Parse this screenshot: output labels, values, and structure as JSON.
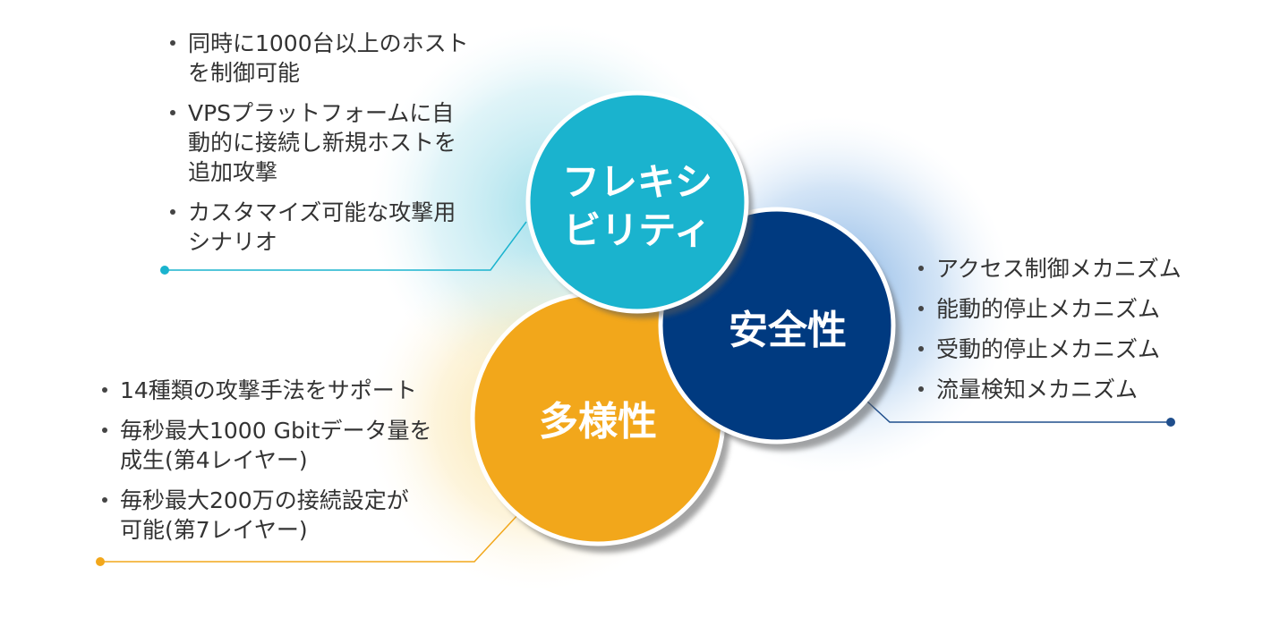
{
  "circles": {
    "flexibility": {
      "label_line1": "フレキシ",
      "label_line2": "ビリティ",
      "color": "#1AB3CE"
    },
    "safety": {
      "label": "安全性",
      "color": "#003A80"
    },
    "variety": {
      "label": "多様性",
      "color": "#F2A71B"
    }
  },
  "flexibility_points": [
    {
      "line1": "同時に1000台以上のホスト",
      "line2": "を制御可能",
      "line3": ""
    },
    {
      "line1": "VPSプラットフォームに自",
      "line2": "動的に接続し新規ホストを",
      "line3": "追加攻撃"
    },
    {
      "line1": "カスタマイズ可能な攻撃用",
      "line2": "シナリオ",
      "line3": ""
    }
  ],
  "safety_points": [
    "アクセス制御メカニズム",
    "能動的停止メカニズム",
    "受動的停止メカニズム",
    "流量検知メカニズム"
  ],
  "variety_points": [
    {
      "line1": "14種類の攻撃手法をサポート",
      "line2": ""
    },
    {
      "line1": "毎秒最大1000 Gbitデータ量を",
      "line2": "成生(第4レイヤー)"
    },
    {
      "line1": "毎秒最大200万の接続設定が",
      "line2": "可能(第7レイヤー)"
    }
  ],
  "connector_colors": {
    "flexibility": "#1AB3CE",
    "safety": "#1F4E8C",
    "variety": "#F2A71B"
  }
}
